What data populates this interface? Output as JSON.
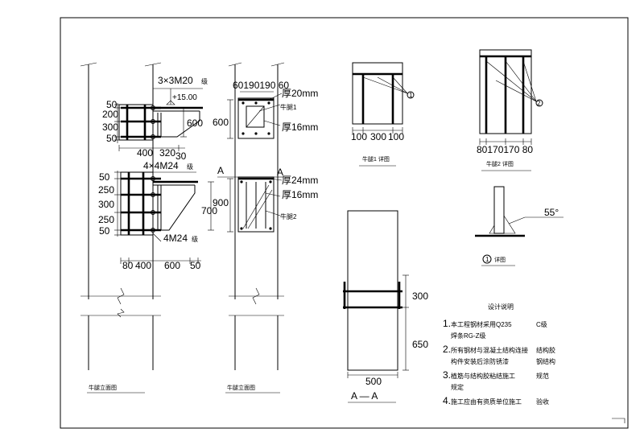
{
  "elevation1": {
    "bolt_top": "3×3M20",
    "bolt_top_sub": "级",
    "elev": "+15.00",
    "dims_left_top": [
      "50",
      "200",
      "300",
      "50"
    ],
    "dim_600": "600",
    "dim_400": "400",
    "dim_320": "320",
    "dim_30": "30",
    "bolt_mid": "4×4M24",
    "bolt_mid_sub": "级",
    "dims_left_mid": [
      "50",
      "250",
      "300",
      "250",
      "50"
    ],
    "dim_700": "700",
    "bolt_bot": "4M24",
    "bolt_bot_sub": "级",
    "dims_bottom": [
      "80",
      "400",
      "600",
      "50"
    ],
    "caption": "牛腿立面图"
  },
  "elevation2": {
    "top_dims": "60190190 60",
    "plate_top": "厚20mm",
    "bracket1": "牛腿1",
    "plate_web1": "厚16mm",
    "dim_600": "600",
    "section_mark": "A",
    "plate_mid": "厚24mm",
    "plate_web2": "厚16mm",
    "bracket2": "牛腿2",
    "dim_900": "900",
    "caption": "牛腿立面图"
  },
  "detail1": {
    "dims": [
      "100",
      "300",
      "100"
    ],
    "callout": "1",
    "caption": "牛腿1 详图"
  },
  "detail2": {
    "dims": "80170170 80",
    "callout": "2",
    "caption": "牛腿2 详图"
  },
  "weld": {
    "label": "55°",
    "callout": "1",
    "caption": "详图"
  },
  "section": {
    "dim_300": "300",
    "dim_650": "650",
    "dim_500": "500",
    "title": "A — A"
  },
  "notes": {
    "title": "设计说明",
    "items": [
      {
        "num": "1.",
        "text": "本工程钢材采用Q235",
        "tail": "C级"
      },
      {
        "num": "",
        "text": "焊条RG-Z级",
        "tail": ""
      },
      {
        "num": "2.",
        "text": "所有钢材与混凝土结构连接",
        "tail": "结构胶"
      },
      {
        "num": "",
        "text": "构件安装后涂防锈漆",
        "tail": "钢结构"
      },
      {
        "num": "3.",
        "text": "植筋与结构胶粘结施工",
        "tail": "规范"
      },
      {
        "num": "",
        "text": "规定",
        "tail": ""
      },
      {
        "num": "4.",
        "text": "施工应由有资质单位施工",
        "tail": "验收"
      }
    ]
  }
}
